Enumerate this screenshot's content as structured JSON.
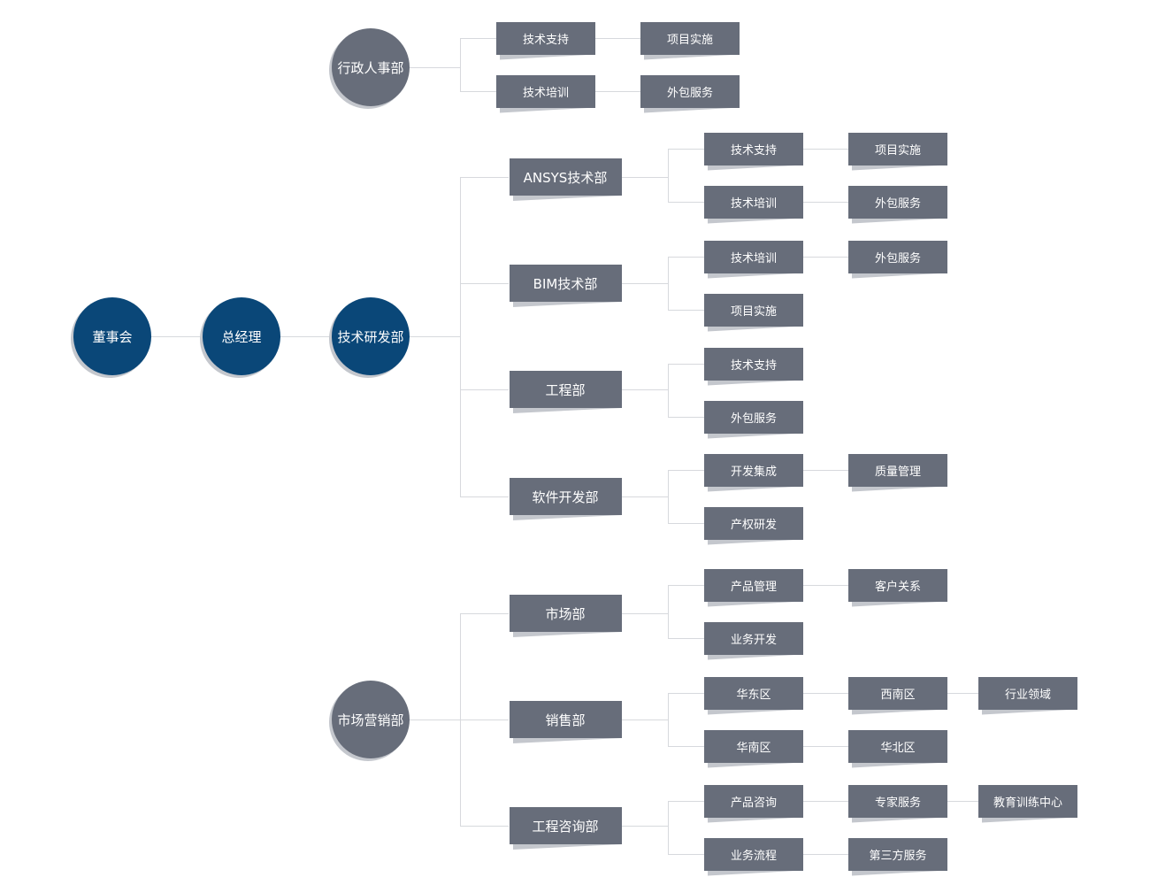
{
  "chart": {
    "colors": {
      "blue": "#0a4778",
      "box": "#676d7a",
      "shadow": "#c4c7cd",
      "line": "#d7d9dd"
    },
    "nodes": [
      {
        "id": "dongshihui",
        "label": "董事会",
        "kind": "circle-blue"
      },
      {
        "id": "zongjingli",
        "label": "总经理",
        "kind": "circle-blue"
      },
      {
        "id": "jishuyanfa",
        "label": "技术研发部",
        "kind": "circle-blue"
      },
      {
        "id": "xingzheng",
        "label": "行政人事部",
        "kind": "circle-gray"
      },
      {
        "id": "shichangyingxiao",
        "label": "市场营销部",
        "kind": "circle-gray"
      },
      {
        "id": "xz_zhichi",
        "label": "技术支持",
        "kind": "box3"
      },
      {
        "id": "xz_peixun",
        "label": "技术培训",
        "kind": "box3"
      },
      {
        "id": "xz_shishi",
        "label": "项目实施",
        "kind": "box3"
      },
      {
        "id": "xz_waibao",
        "label": "外包服务",
        "kind": "box3"
      },
      {
        "id": "ansys",
        "label": "ANSYS技术部",
        "kind": "box2"
      },
      {
        "id": "bim",
        "label": "BIM技术部",
        "kind": "box2"
      },
      {
        "id": "gongcheng",
        "label": "工程部",
        "kind": "box2"
      },
      {
        "id": "ruanjian",
        "label": "软件开发部",
        "kind": "box2"
      },
      {
        "id": "shichang",
        "label": "市场部",
        "kind": "box2"
      },
      {
        "id": "xiaoshou",
        "label": "销售部",
        "kind": "box2"
      },
      {
        "id": "zixun",
        "label": "工程咨询部",
        "kind": "box2"
      },
      {
        "id": "ansys_zhichi",
        "label": "技术支持",
        "kind": "box3"
      },
      {
        "id": "ansys_shishi",
        "label": "项目实施",
        "kind": "box3"
      },
      {
        "id": "ansys_peixun",
        "label": "技术培训",
        "kind": "box3"
      },
      {
        "id": "ansys_waibao",
        "label": "外包服务",
        "kind": "box3"
      },
      {
        "id": "bim_peixun",
        "label": "技术培训",
        "kind": "box3"
      },
      {
        "id": "bim_waibao",
        "label": "外包服务",
        "kind": "box3"
      },
      {
        "id": "bim_shishi",
        "label": "项目实施",
        "kind": "box3"
      },
      {
        "id": "gc_zhichi",
        "label": "技术支持",
        "kind": "box3"
      },
      {
        "id": "gc_waibao",
        "label": "外包服务",
        "kind": "box3"
      },
      {
        "id": "rj_kaifa",
        "label": "开发集成",
        "kind": "box3"
      },
      {
        "id": "rj_zhiliang",
        "label": "质量管理",
        "kind": "box3"
      },
      {
        "id": "rj_chanquan",
        "label": "产权研发",
        "kind": "box3"
      },
      {
        "id": "sc_chanpin",
        "label": "产品管理",
        "kind": "box3"
      },
      {
        "id": "sc_kehu",
        "label": "客户关系",
        "kind": "box3"
      },
      {
        "id": "sc_yewu",
        "label": "业务开发",
        "kind": "box3"
      },
      {
        "id": "xs_huadong",
        "label": "华东区",
        "kind": "box3"
      },
      {
        "id": "xs_xinan",
        "label": "西南区",
        "kind": "box3"
      },
      {
        "id": "xs_hangye",
        "label": "行业领域",
        "kind": "box3"
      },
      {
        "id": "xs_huanan",
        "label": "华南区",
        "kind": "box3"
      },
      {
        "id": "xs_huabei",
        "label": "华北区",
        "kind": "box3"
      },
      {
        "id": "zx_zixun",
        "label": "产品咨询",
        "kind": "box3"
      },
      {
        "id": "zx_zhuanjia",
        "label": "专家服务",
        "kind": "box3"
      },
      {
        "id": "zx_jiaoyu",
        "label": "教育训练中心",
        "kind": "box3"
      },
      {
        "id": "zx_liucheng",
        "label": "业务流程",
        "kind": "box3"
      },
      {
        "id": "zx_disanfang",
        "label": "第三方服务",
        "kind": "box3"
      }
    ]
  }
}
